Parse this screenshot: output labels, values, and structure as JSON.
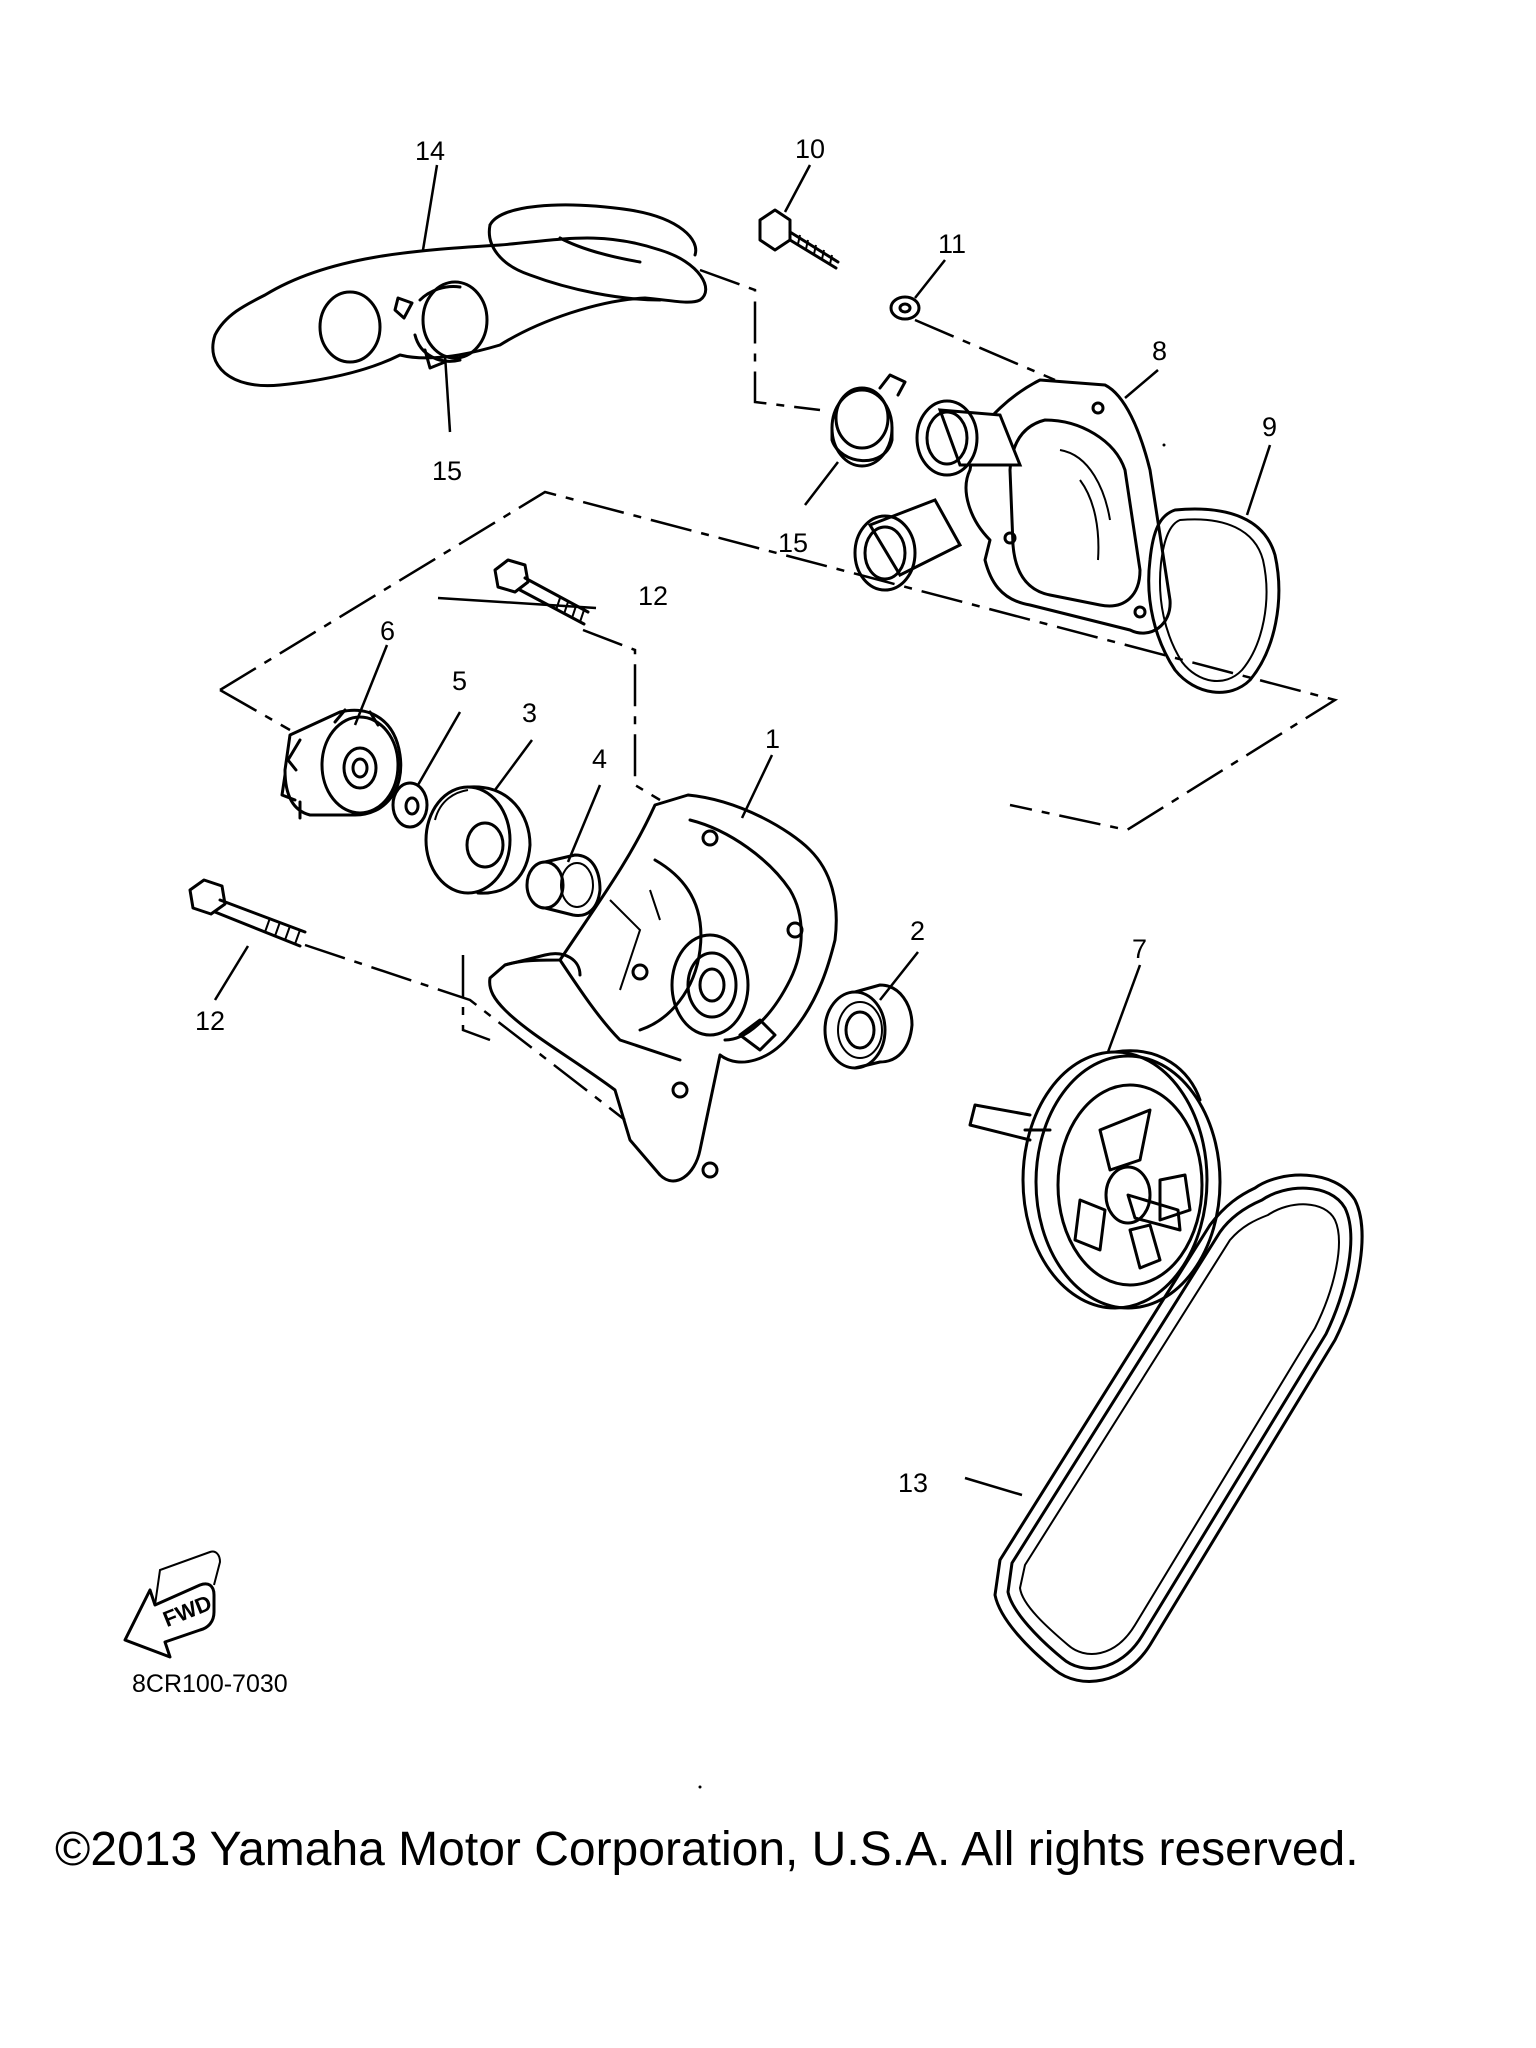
{
  "callouts": {
    "c1": "1",
    "c2": "2",
    "c3": "3",
    "c4": "4",
    "c5": "5",
    "c6": "6",
    "c7": "7",
    "c8": "8",
    "c9": "9",
    "c10": "10",
    "c11": "11",
    "c12a": "12",
    "c12b": "12",
    "c13": "13",
    "c14": "14",
    "c15a": "15",
    "c15b": "15"
  },
  "fwd_label": "FWD",
  "diagram_code": "8CR100-7030",
  "copyright": "©2013 Yamaha Motor Corporation, U.S.A. All rights reserved."
}
